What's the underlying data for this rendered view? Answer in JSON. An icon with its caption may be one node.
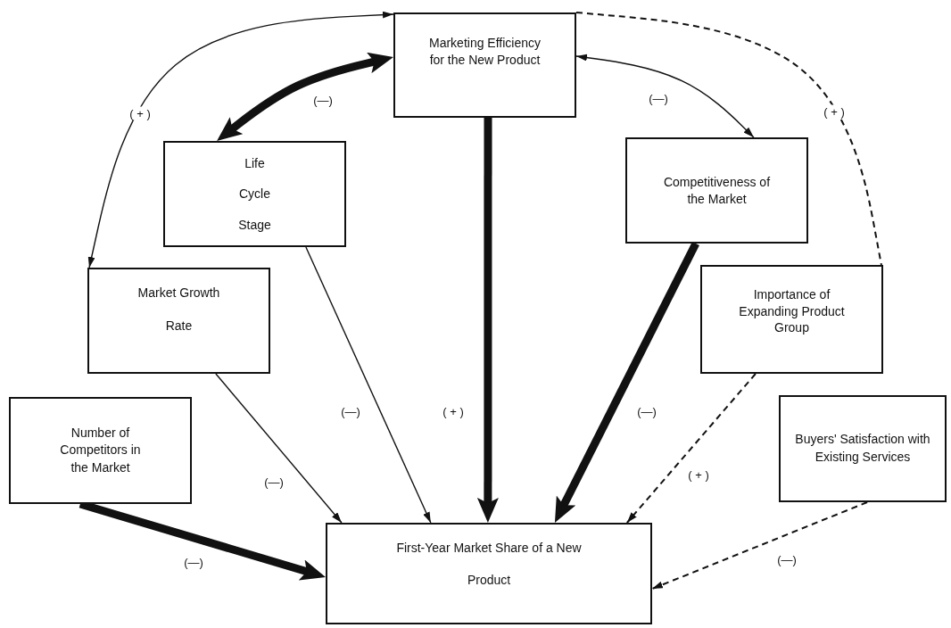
{
  "diagram": {
    "nodes": [
      {
        "text": [
          "Marketing Efficiency for the New Product"
        ]
      },
      {
        "text": [
          "Life Cycle Stage"
        ]
      },
      {
        "text": [
          "Competitiveness of the Market"
        ]
      },
      {
        "text": [
          "Market Growth Rate"
        ]
      },
      {
        "text": [
          "Importance of Expanding Product Group"
        ]
      },
      {
        "text": [
          "Number of Competitors in the Market"
        ]
      },
      {
        "text": [
          "Buyers' Satisfaction with Existing Services"
        ]
      },
      {
        "text": [
          "First-Year Market Share of a New Product"
        ]
      }
    ],
    "edges": [
      {
        "from": 0,
        "to": 1,
        "arrow": "both",
        "label": "(—)",
        "style": "thick"
      },
      {
        "from": 0,
        "to": 3,
        "arrow": "both",
        "label": "( + )"
      },
      {
        "from": 0,
        "to": 2,
        "arrow": "both",
        "label": "(—)"
      },
      {
        "from": 0,
        "to": 4,
        "arrow": "none",
        "label": "( + )",
        "style": "dashed"
      },
      {
        "from": 0,
        "to": 7,
        "arrow": "to",
        "label": "( + )",
        "style": "thick"
      },
      {
        "from": 1,
        "to": 7,
        "arrow": "to",
        "label": "(—)"
      },
      {
        "from": 3,
        "to": 7,
        "arrow": "to",
        "label": "(—)"
      },
      {
        "from": 5,
        "to": 7,
        "arrow": "to",
        "label": "(—)",
        "style": "thick"
      },
      {
        "from": 2,
        "to": 7,
        "arrow": "to",
        "label": "(—)",
        "style": "thick"
      },
      {
        "from": 4,
        "to": 7,
        "arrow": "to",
        "label": "( + )",
        "style": "dashed"
      },
      {
        "from": 6,
        "to": 7,
        "arrow": "to",
        "label": "(—)",
        "style": "dashed"
      }
    ]
  }
}
